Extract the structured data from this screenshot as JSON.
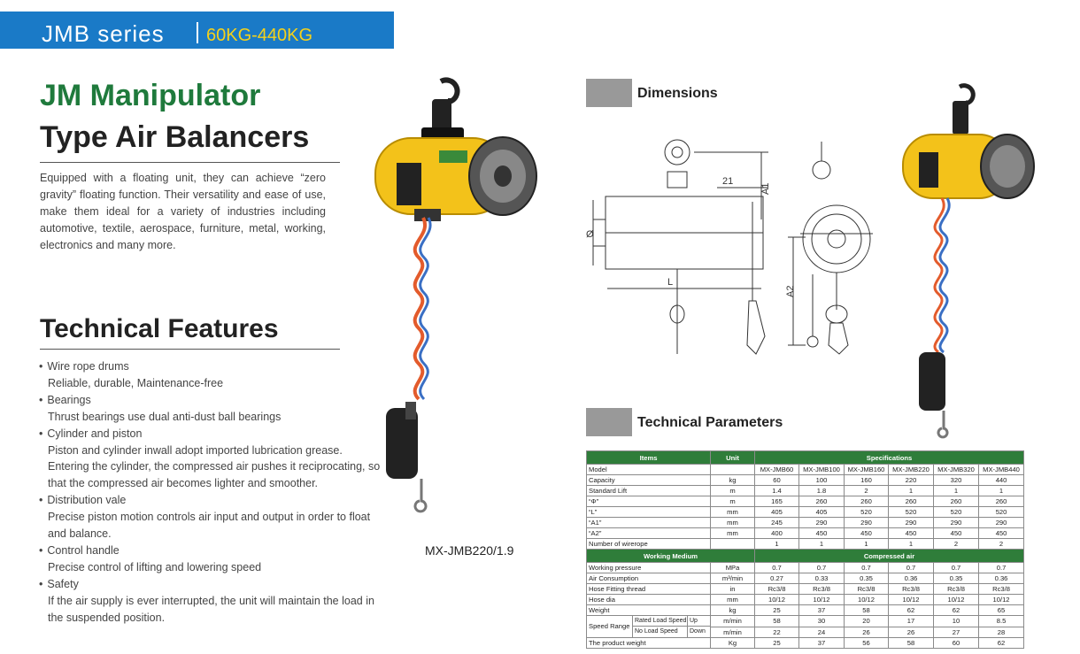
{
  "header": {
    "series": "JMB series",
    "range": "60KG-440KG"
  },
  "left": {
    "title_line1": "JM Manipulator",
    "title_line2": "Type Air Balancers",
    "intro": "Equipped with a floating unit, they can achieve “zero gravity” floating function. Their versatility and ease of use, make them ideal for a variety of industries including automotive, textile, aerospace, furniture, metal, working, electronics and many more.",
    "features_title": "Technical Features",
    "features": [
      {
        "heading": "Wire rope drums",
        "desc": "Reliable, durable, Maintenance-free"
      },
      {
        "heading": "Bearings",
        "desc": "Thrust bearings use dual anti-dust ball bearings"
      },
      {
        "heading": "Cylinder and piston",
        "desc": "Piston and cylinder inwall adopt imported lubrication grease. Entering the cylinder, the compressed air pushes it reciprocating, so that the compressed air becomes lighter and smoother."
      },
      {
        "heading": "Distribution vale",
        "desc": "Precise piston motion controls air input and output in order to float and balance."
      },
      {
        "heading": "Control handle",
        "desc": "Precise control of lifting and lowering speed"
      },
      {
        "heading": "Safety",
        "desc": "If the air supply is ever interrupted, the unit will maintain the load in the suspended position."
      }
    ],
    "model_caption": "MX-JMB220/1.9"
  },
  "dimensions": {
    "title": "Dimensions",
    "labels": {
      "a1": "A1",
      "a2": "A2",
      "dim21": "21",
      "phi": "Ø",
      "l": "L"
    }
  },
  "params": {
    "title": "Technical Parameters",
    "headers": {
      "items": "Items",
      "unit": "Unit",
      "specs": "Specifications"
    },
    "models": [
      "MX-JMB60",
      "MX-JMB100",
      "MX-JMB160",
      "MX-JMB220",
      "MX-JMB320",
      "MX-JMB440"
    ],
    "model_label": "Model",
    "rows1": [
      {
        "label": "Capacity",
        "unit": "kg",
        "values": [
          "60",
          "100",
          "160",
          "220",
          "320",
          "440"
        ]
      },
      {
        "label": "Standard Lift",
        "unit": "m",
        "values": [
          "1.4",
          "1.8",
          "2",
          "1",
          "1",
          "1"
        ]
      },
      {
        "label": "“Φ”",
        "unit": "m",
        "values": [
          "165",
          "260",
          "260",
          "260",
          "260",
          "260"
        ]
      },
      {
        "label": "“L”",
        "unit": "mm",
        "values": [
          "405",
          "405",
          "520",
          "520",
          "520",
          "520"
        ]
      },
      {
        "label": "“A1”",
        "unit": "mm",
        "values": [
          "245",
          "290",
          "290",
          "290",
          "290",
          "290"
        ]
      },
      {
        "label": "“A2”",
        "unit": "mm",
        "values": [
          "400",
          "450",
          "450",
          "450",
          "450",
          "450"
        ]
      },
      {
        "label": "Number of wirerope",
        "unit": "",
        "values": [
          "1",
          "1",
          "1",
          "1",
          "2",
          "2"
        ]
      }
    ],
    "medium_header": {
      "label": "Working Medium",
      "value": "Compressed air"
    },
    "rows2": [
      {
        "label": "Working pressure",
        "unit": "MPa",
        "values": [
          "0.7",
          "0.7",
          "0.7",
          "0.7",
          "0.7",
          "0.7"
        ]
      },
      {
        "label": "Air Consumption",
        "unit": "m³/min",
        "values": [
          "0.27",
          "0.33",
          "0.35",
          "0.36",
          "0.35",
          "0.36"
        ]
      },
      {
        "label": "Hose Fitting thread",
        "unit": "in",
        "values": [
          "Rc3/8",
          "Rc3/8",
          "Rc3/8",
          "Rc3/8",
          "Rc3/8",
          "Rc3/8"
        ]
      },
      {
        "label": "Hose dia",
        "unit": "mm",
        "values": [
          "10/12",
          "10/12",
          "10/12",
          "10/12",
          "10/12",
          "10/12"
        ]
      },
      {
        "label": "Weight",
        "unit": "kg",
        "values": [
          "25",
          "37",
          "58",
          "62",
          "62",
          "65"
        ]
      }
    ],
    "speed": {
      "label": "Speed Range",
      "rated": {
        "label": "Rated Load Speed",
        "dir": "Up",
        "unit": "m/min",
        "values": [
          "58",
          "30",
          "20",
          "17",
          "10",
          "8.5"
        ]
      },
      "noload": {
        "label": "No Load Speed",
        "dir": "Down",
        "unit": "m/min",
        "values": [
          "22",
          "24",
          "26",
          "26",
          "27",
          "28"
        ]
      }
    },
    "product_weight": {
      "label": "The product weight",
      "unit": "Kg",
      "values": [
        "25",
        "37",
        "56",
        "58",
        "60",
        "62"
      ]
    }
  },
  "colors": {
    "brand_blue": "#1a7ac7",
    "accent_yellow": "#f5d11a",
    "title_green": "#1f7a3c",
    "table_green": "#2f7d3a",
    "body_yellow": "#f3c21a"
  }
}
